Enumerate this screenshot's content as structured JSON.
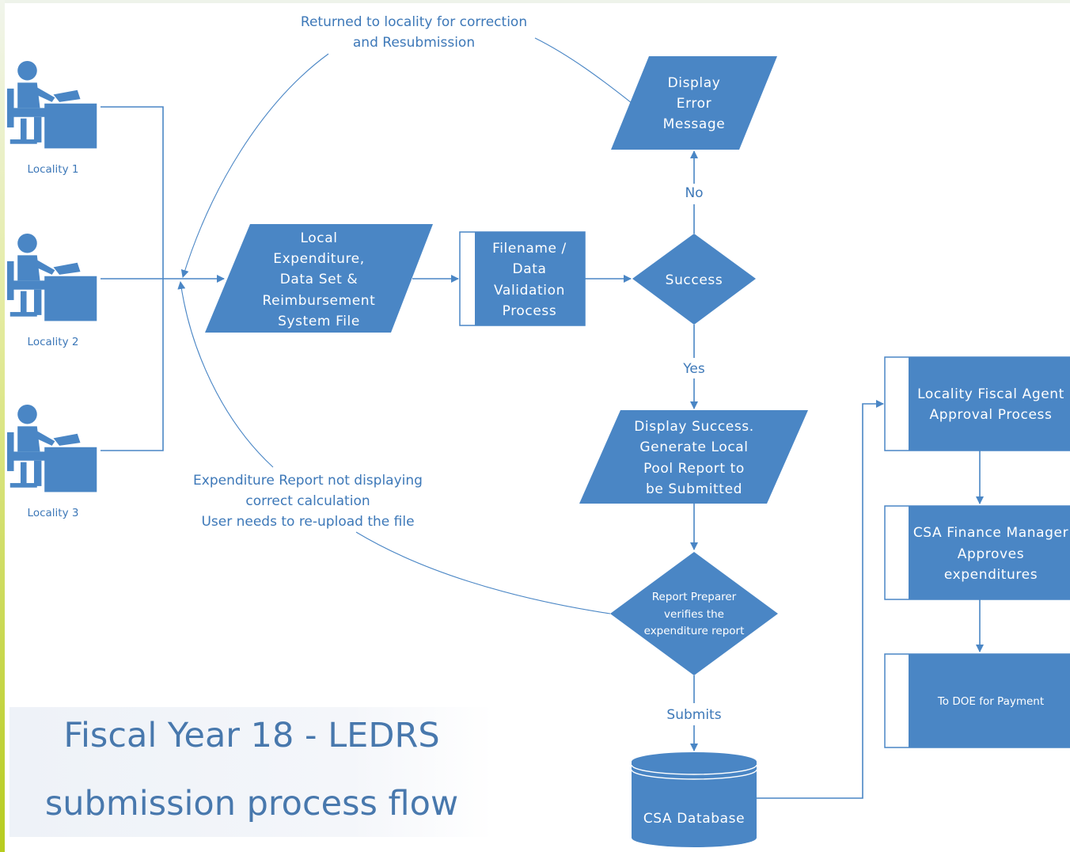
{
  "title": {
    "line1": "Fiscal Year 18 - LEDRS",
    "line2": "submission process flow"
  },
  "localities": [
    {
      "label": "Locality 1"
    },
    {
      "label": "Locality 2"
    },
    {
      "label": "Locality 3"
    }
  ],
  "nodes": {
    "local_file": {
      "lines": [
        "Local",
        "Expenditure,",
        "Data Set &",
        "Reimbursement",
        "System File"
      ]
    },
    "validation": {
      "lines": [
        "Filename /",
        "Data",
        "Validation",
        "Process"
      ]
    },
    "success": {
      "label": "Success"
    },
    "error": {
      "lines": [
        "Display",
        "Error",
        "Message"
      ]
    },
    "display_success": {
      "lines": [
        "Display Success.",
        "Generate Local",
        "Pool Report to",
        "be Submitted"
      ]
    },
    "report_preparer": {
      "lines": [
        "Report Preparer",
        "verifies the",
        "expenditure report"
      ]
    },
    "csa_database": {
      "label": "CSA Database"
    },
    "fiscal_agent": {
      "lines": [
        "Locality Fiscal Agent",
        "Approval Process"
      ]
    },
    "finance_manager": {
      "lines": [
        "CSA Finance Manager",
        "Approves",
        "expenditures"
      ]
    },
    "doe_payment": {
      "label": "To DOE for Payment"
    }
  },
  "edge_labels": {
    "no": "No",
    "yes": "Yes",
    "submits": "Submits"
  },
  "annotations": {
    "returned": [
      "Returned to locality for correction",
      "and Resubmission"
    ],
    "reupload": [
      "Expenditure Report not displaying",
      "correct calculation",
      "User needs to re-upload the file"
    ]
  },
  "colors": {
    "shape_fill": "#4a86c5",
    "shape_text": "#ffffff",
    "label_text": "#3d78b8",
    "accent_bar": "#b7cc1e"
  }
}
